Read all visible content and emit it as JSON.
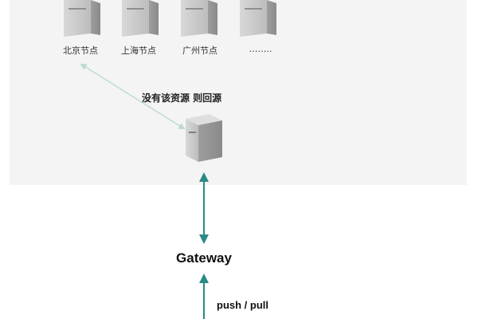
{
  "diagram": {
    "nodes": [
      {
        "label": "北京节点",
        "icon": "server-icon"
      },
      {
        "label": "上海节点",
        "icon": "server-icon"
      },
      {
        "label": "广州节点",
        "icon": "server-icon"
      },
      {
        "label": "……..",
        "icon": "server-icon"
      }
    ],
    "origin_annotation": "没有该资源 则回源",
    "origin_icon": "server-icon",
    "gateway_label": "Gateway",
    "push_pull_label": "push / pull",
    "colors": {
      "panel_background": "#f4f4f4",
      "arrow_teal": "#2a8a85",
      "arrow_light": "#bcd9d4",
      "server_body": "#c9c9c9",
      "server_shade": "#a9a9a9"
    }
  }
}
